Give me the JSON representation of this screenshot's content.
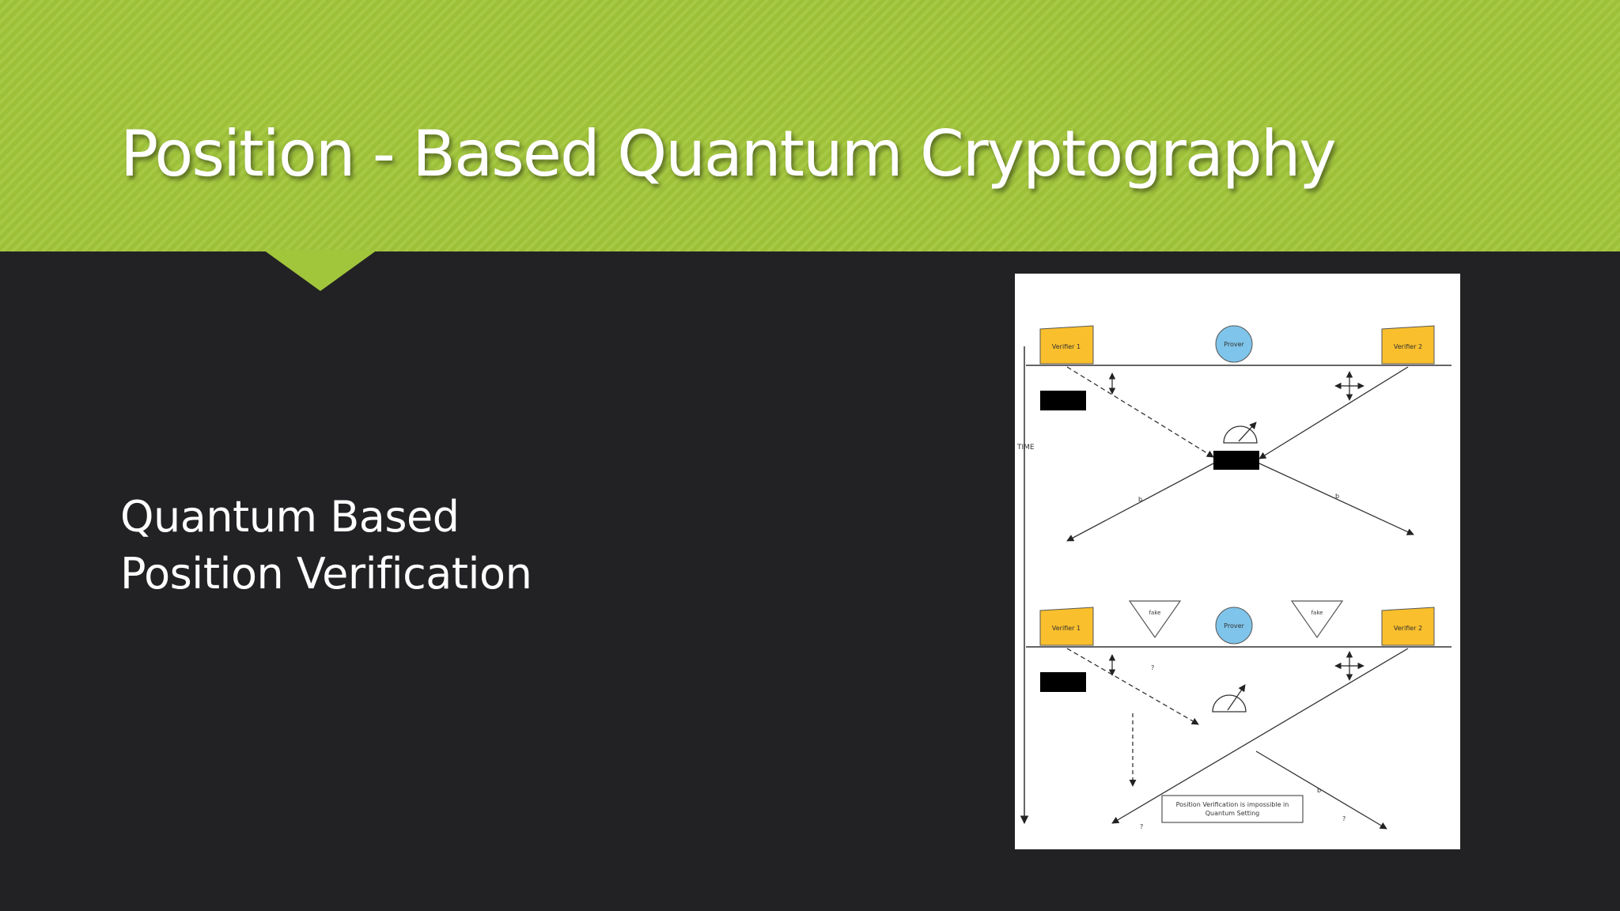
{
  "slide": {
    "title": "Position - Based Quantum Cryptography",
    "body_lines": [
      "Quantum Based",
      "Position Verification"
    ]
  },
  "diagram": {
    "time_label": "TIME",
    "top": {
      "verifier1": "Verifier 1",
      "prover": "Prover",
      "verifier2": "Verifier 2",
      "beam_label_left": "b",
      "beam_label_right": "b"
    },
    "bottom": {
      "verifier1": "Verifier 1",
      "fake1": "fake",
      "prover": "Prover",
      "fake2": "fake",
      "verifier2": "Verifier 2",
      "question_top": "?",
      "beam_label": "b",
      "question_left": "?",
      "question_right": "?",
      "note_line1": "Position Verification is impossible in",
      "note_line2": "Quantum Setting"
    }
  },
  "colors": {
    "header": "#a2c63b",
    "background": "#222224",
    "verifier": "#f9bf2c",
    "prover": "#7fc4ea"
  }
}
